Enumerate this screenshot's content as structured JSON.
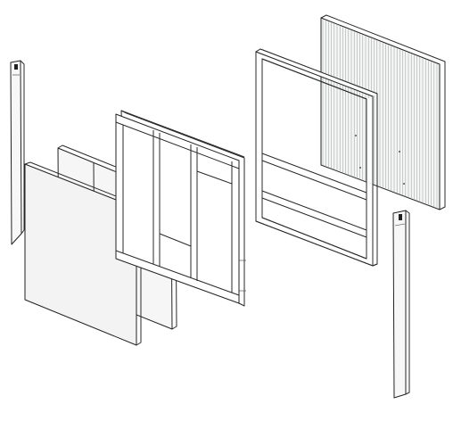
{
  "diagram": {
    "components": [
      {
        "id": "left-edge-trim",
        "label": ""
      },
      {
        "id": "outer-cover-sheet",
        "label": ""
      },
      {
        "id": "inner-board-sheet",
        "label": ""
      },
      {
        "id": "stud-wall-frame",
        "label": ""
      },
      {
        "id": "window-sash-frame",
        "label": ""
      },
      {
        "id": "corrugated-glazing-panel",
        "label": ""
      },
      {
        "id": "right-edge-trim",
        "label": ""
      }
    ],
    "colors": {
      "line": "#2a2a2a",
      "panel_fill": "#f5f5f5",
      "frame_fill": "#ffffff",
      "glazing_fill": "#f4f6f6",
      "glazing_ribs": "#9a9a9a"
    },
    "style": "exploded isometric line drawing"
  }
}
